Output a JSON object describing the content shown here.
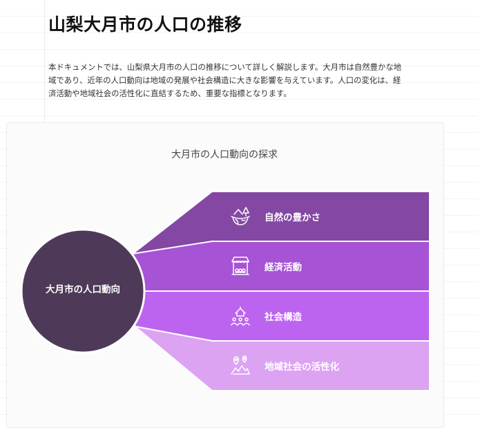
{
  "document": {
    "title": "山梨大月市の人口の推移",
    "intro": "本ドキュメントでは、山梨県大月市の人口の推移について詳しく解説します。大月市は自然豊かな地域であり、近年の人口動向は地域の発展や社会構造に大きな影響を与えています。人口の変化は、経済活動や地域社会の活性化に直結するため、重要な指標となります。"
  },
  "diagram": {
    "title": "大月市の人口動向の探求",
    "hub": {
      "label": "大月市の人口動向",
      "color": "#4e3a58"
    },
    "items": [
      {
        "label": "自然の豊かさ",
        "icon": "nature-landscape-icon",
        "color": "#8448a4"
      },
      {
        "label": "経済活動",
        "icon": "market-stall-icon",
        "color": "#a653d5"
      },
      {
        "label": "社会構造",
        "icon": "community-group-icon",
        "color": "#bc64ef"
      },
      {
        "label": "地域社会の活性化",
        "icon": "location-pins-icon",
        "color": "#dca3f3"
      }
    ]
  }
}
